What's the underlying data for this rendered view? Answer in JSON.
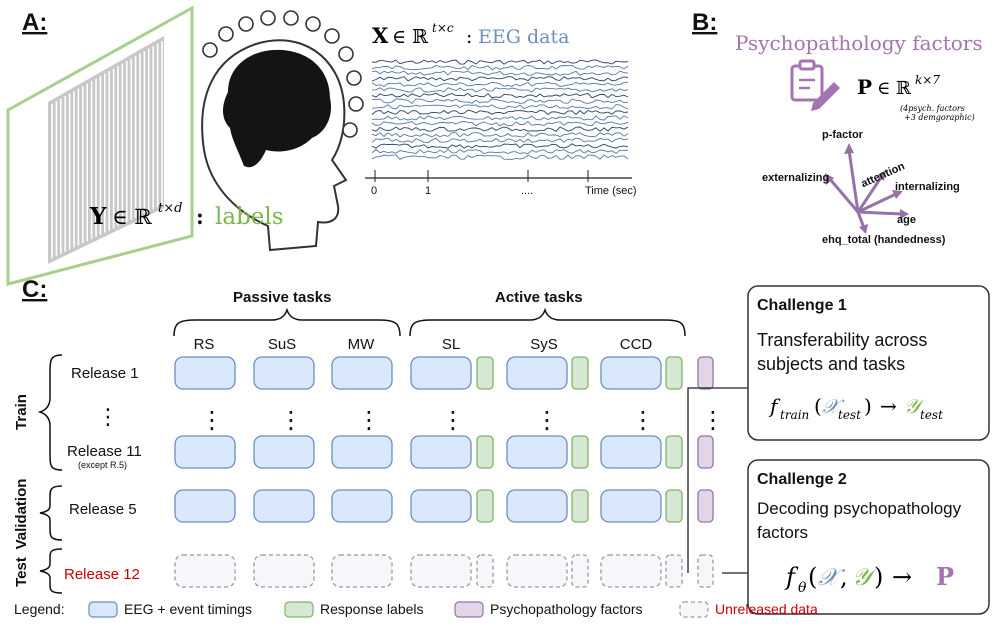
{
  "colors": {
    "eeg_fill": "#dae8fc",
    "eeg_stroke": "#6c8ebf",
    "resp_fill": "#d5e8d4",
    "resp_stroke": "#82b366",
    "psych_fill": "#e1d5e7",
    "psych_stroke": "#9673a6",
    "unrel_fill": "#f5f7fb",
    "unrel_stroke": "#9a9a9a",
    "label_green": "#7ab648",
    "label_blue": "#6f8fbf",
    "psych_purple": "#a374b0",
    "red": "#cc0000",
    "screen_green": "#a8d08d",
    "eeg_trace": "#5677a8"
  },
  "panel_a": {
    "tag": "A:",
    "x_symbol": "X",
    "x_set": "∈ ℝ",
    "x_dims": "t×c",
    "x_colon": ":",
    "x_text": "EEG data",
    "y_symbol": "Y",
    "y_set": "∈ ℝ",
    "y_dims": "t×d",
    "y_colon": ":",
    "y_text": "labels",
    "time_ticks": [
      "0",
      "1",
      "....",
      "Time (sec)"
    ]
  },
  "panel_b": {
    "tag": "B:",
    "title": "Psychopathology factors",
    "p_symbol": "P",
    "p_set": "∈ ℝ",
    "p_dims": "k×7",
    "note_line1": "(4psych. factors",
    "note_line2": "+3 demgoraphic)",
    "factors": [
      "p-factor",
      "externalizing",
      "attention",
      "internalizing",
      "age",
      "ehq_total (handedness)"
    ],
    "icon": "clipboard-edit-icon"
  },
  "panel_c": {
    "tag": "C:",
    "passive_title": "Passive tasks",
    "active_title": "Active tasks",
    "tasks": [
      "RS",
      "SuS",
      "MW",
      "SL",
      "SyS",
      "CCD"
    ],
    "releases": {
      "r1": "Release 1",
      "r11": "Release 11",
      "r11_note": "(except R.5)",
      "r5": "Release 5",
      "r12": "Release 12"
    },
    "dots": "⋮",
    "side_labels": {
      "train": "Train",
      "validation": "Validation",
      "test": "Test"
    },
    "challenge1": {
      "title": "Challenge 1",
      "line1": "Transferability across",
      "line2": "subjects and tasks",
      "f": "f",
      "f_sub": "train",
      "open": "(",
      "x_script": "𝒳",
      "x_sub": "test",
      "close": ")",
      "arrow": "→",
      "y_script": "𝒴",
      "y_sub": "test"
    },
    "challenge2": {
      "title": "Challenge 2",
      "line1": "Decoding psychopathology",
      "line2": "factors",
      "f": "f",
      "f_sub": "θ",
      "open": "(",
      "x_script": "𝒳",
      "comma": ",",
      "y_script": "𝒴",
      "close": ")",
      "arrow": "→",
      "p_symbol": "P"
    },
    "legend": {
      "title": "Legend:",
      "eeg": "EEG + event timings",
      "resp": "Response labels",
      "psych": "Psychopathology factors",
      "unrel": "Unreleased data"
    }
  }
}
